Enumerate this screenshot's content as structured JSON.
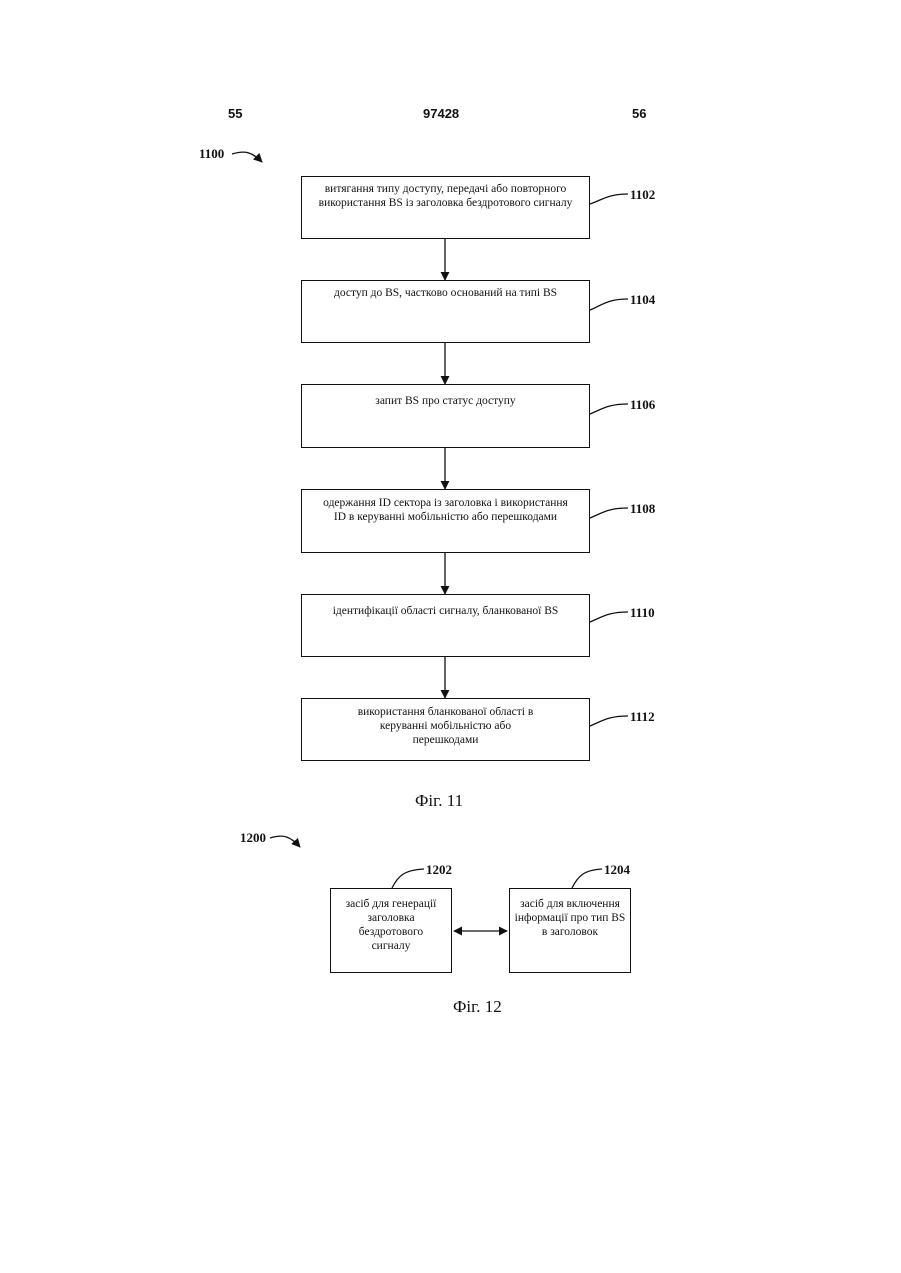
{
  "header": {
    "left_page": "55",
    "doc_number": "97428",
    "right_page": "56"
  },
  "fig11": {
    "ref": "1100",
    "caption": "Фіг. 11",
    "steps": [
      {
        "id": "1102",
        "text": "витягання типу доступу, передачі або повторного використання BS із заголовка бездротового сигналу"
      },
      {
        "id": "1104",
        "text": "доступ до BS, частково оснований на типі BS"
      },
      {
        "id": "1106",
        "text": "запит BS про статус доступу"
      },
      {
        "id": "1108",
        "text": "одержання ID сектора із заголовка і використання ID в керуванні мобільністю або перешкодами"
      },
      {
        "id": "1110",
        "text": "ідентифікації області сигналу, бланкованої BS"
      },
      {
        "id": "1112",
        "text": "використання бланкованої області в керуванні мобільністю або перешкодами"
      }
    ]
  },
  "fig12": {
    "ref": "1200",
    "caption": "Фіг. 12",
    "blocks": [
      {
        "id": "1202",
        "text": "засіб для генерації заголовка бездротового сигналу"
      },
      {
        "id": "1204",
        "text": "засіб для включення інформації про тип BS в заголовок"
      }
    ]
  }
}
